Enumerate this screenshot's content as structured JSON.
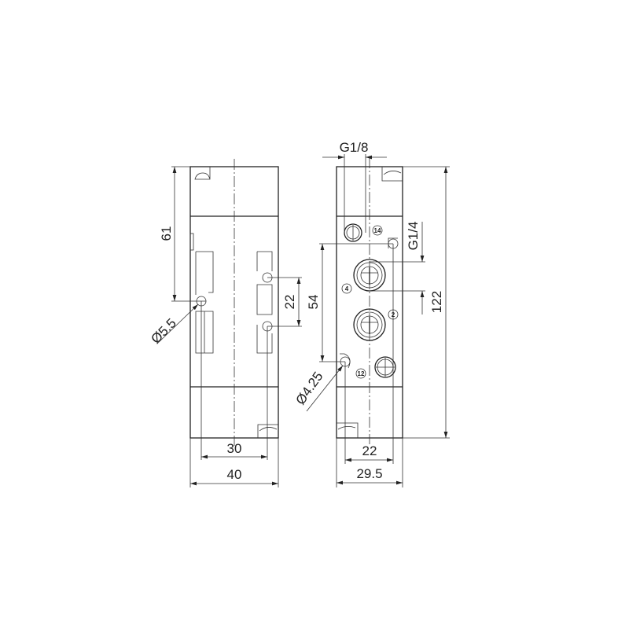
{
  "left_view": {
    "dim_height_to_hole": "61",
    "dim_hole_diameter": "Ø5.5",
    "dim_hole_spacing": "22",
    "dim_hole_pitch": "30",
    "dim_width": "40"
  },
  "right_view": {
    "dim_pilot_port": "G1/8",
    "dim_main_port": "G1/4",
    "dim_mount_spacing": "54",
    "dim_length": "122",
    "dim_mount_hole": "Ø4.25",
    "dim_hole_pitch": "22",
    "dim_width": "29.5",
    "port_labels": [
      "14",
      "4",
      "2",
      "12"
    ]
  }
}
